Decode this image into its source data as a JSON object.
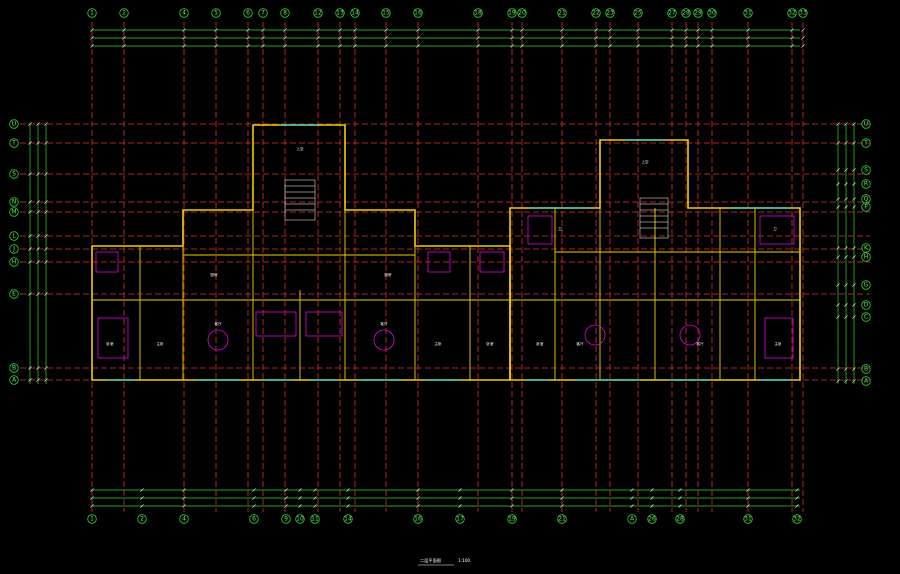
{
  "drawing": {
    "title": "二层平面图",
    "scale": "1:100"
  },
  "axes": {
    "top": [
      "1",
      "2",
      "4",
      "5",
      "6",
      "7",
      "8",
      "12",
      "13",
      "14",
      "15",
      "16",
      "18",
      "19",
      "20",
      "21",
      "22",
      "23",
      "25",
      "27",
      "28",
      "29",
      "30",
      "31",
      "32",
      "33"
    ],
    "bottom": [
      "1",
      "2",
      "4",
      "6",
      "9",
      "10",
      "11",
      "14",
      "16",
      "17",
      "19",
      "21",
      "A",
      "26",
      "28",
      "31",
      "32"
    ],
    "left": [
      "U",
      "T",
      "S",
      "N",
      "M",
      "L",
      "J",
      "H",
      "E",
      "B",
      "A"
    ],
    "right": [
      "U",
      "T",
      "S",
      "R",
      "Q",
      "P",
      "K",
      "H",
      "G",
      "D",
      "C",
      "B",
      "A"
    ]
  },
  "rooms": {
    "living_left": "客厅",
    "living_right": "客厅",
    "bedroom": "卧室",
    "master_bedroom": "主卧",
    "kitchen": "厨房",
    "bath": "卫",
    "stair_left": "楼梯间",
    "stair_right": "楼梯间",
    "lobby_left": "上空",
    "lobby_right": "上空"
  },
  "colors": {
    "axis_bubble": "#2bd62b",
    "axis_line": "#e0302a",
    "wall": "#f0d000",
    "window": "#2ad8e8",
    "furniture": "#e000e0",
    "dimension": "#ffffff",
    "background": "#000000"
  }
}
